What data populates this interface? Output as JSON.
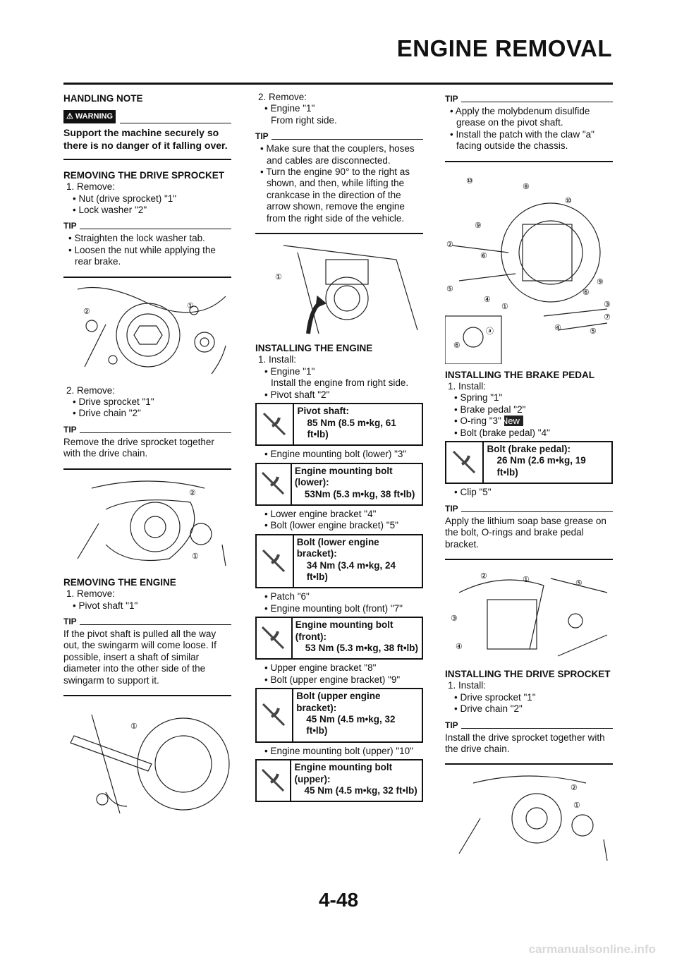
{
  "header": {
    "title": "ENGINE REMOVAL"
  },
  "footer": {
    "page": "4-48",
    "watermark": "carmanualsonline.info"
  },
  "col1": {
    "handling": "HANDLING NOTE",
    "warning_label": "WARNING",
    "warning_text": "Support the machine securely so there is no danger of it falling over.",
    "s1_title": "REMOVING THE DRIVE SPROCKET",
    "s1_step": "1.  Remove:",
    "s1_b1": "• Nut (drive sprocket) \"1\"",
    "s1_b2": "• Lock washer \"2\"",
    "tip": "TIP",
    "s1_tip1": "• Straighten the lock washer tab.",
    "s1_tip2": "• Loosen the nut while applying the rear brake.",
    "s1_step2": "2.  Remove:",
    "s1_b3": "• Drive sprocket \"1\"",
    "s1_b4": "• Drive chain \"2\"",
    "s1_tip3": "Remove the drive sprocket together with the drive chain.",
    "s2_title": "REMOVING THE ENGINE",
    "s2_step": "1.  Remove:",
    "s2_b1": "• Pivot shaft \"1\"",
    "s2_tip": "If the pivot shaft is pulled all the way out, the swingarm will come loose. If possible, insert a shaft of similar diameter into the other side of the swingarm to support it."
  },
  "col2": {
    "step2": "2.  Remove:",
    "b1": "• Engine \"1\"",
    "b1_sub": "From right side.",
    "tip": "TIP",
    "tip1": "• Make sure that the couplers, hoses and cables are disconnected.",
    "tip2": "• Turn the engine 90° to the right as shown, and then, while lifting the crankcase in the direction of the arrow shown, remove the engine from the right side of the vehicle.",
    "s_title": "INSTALLING THE ENGINE",
    "step1": "1.  Install:",
    "b2": "• Engine \"1\"",
    "b2_sub": "Install the engine from right side.",
    "b3": "• Pivot shaft \"2\"",
    "t1_name": "Pivot shaft:",
    "t1_val": "85 Nm (8.5 m•kg, 61 ft•lb)",
    "b4": "• Engine mounting bolt (lower) \"3\"",
    "t2_name": "Engine mounting bolt (lower):",
    "t2_val": "53Nm (5.3 m•kg, 38 ft•lb)",
    "b5": "• Lower engine bracket \"4\"",
    "b6": "• Bolt (lower engine bracket) \"5\"",
    "t3_name": "Bolt (lower engine bracket):",
    "t3_val": "34 Nm (3.4 m•kg, 24 ft•lb)",
    "b7": "• Patch \"6\"",
    "b8": "• Engine mounting bolt (front) \"7\"",
    "t4_name": "Engine mounting bolt (front):",
    "t4_val": "53 Nm (5.3 m•kg, 38 ft•lb)",
    "b9": "• Upper engine bracket \"8\"",
    "b10": "• Bolt (upper engine bracket) \"9\"",
    "t5_name": "Bolt (upper engine bracket):",
    "t5_val": "45 Nm (4.5 m•kg, 32 ft•lb)",
    "b11": "• Engine mounting bolt (upper) \"10\"",
    "t6_name": "Engine mounting bolt (upper):",
    "t6_val": "45 Nm (4.5 m•kg, 32 ft•lb)"
  },
  "col3": {
    "tip": "TIP",
    "tip1": "• Apply the molybdenum disulfide grease on the pivot shaft.",
    "tip2": "• Install the patch with the claw \"a\" facing outside the chassis.",
    "s1_title": "INSTALLING THE BRAKE PEDAL",
    "step1": "1.  Install:",
    "b1": "• Spring \"1\"",
    "b2": "• Brake pedal \"2\"",
    "b3": "• O-ring \"3\"",
    "new_badge": "New",
    "b4": "• Bolt (brake pedal) \"4\"",
    "t1_name": "Bolt (brake pedal):",
    "t1_val": "26 Nm (2.6 m•kg, 19 ft•lb)",
    "b5": "• Clip \"5\"",
    "tip3": "Apply the lithium soap base grease on the bolt, O-rings and brake pedal bracket.",
    "s2_title": "INSTALLING THE DRIVE SPROCKET",
    "step2": "1.  Install:",
    "b6": "• Drive sprocket \"1\"",
    "b7": "• Drive chain \"2\"",
    "tip4": "Install the drive sprocket together with the drive chain."
  }
}
